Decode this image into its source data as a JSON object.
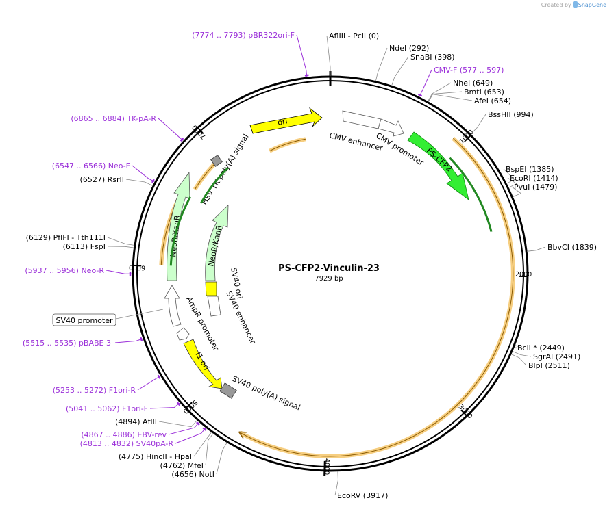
{
  "credit": {
    "prefix": "Created by",
    "brand": "SnapGene"
  },
  "plasmid": {
    "name": "PS-CFP2-Vinculin-23",
    "length_label": "7929 bp",
    "length": 7929
  },
  "tick_labels": [
    {
      "pos": 1000,
      "text": "1000"
    },
    {
      "pos": 2000,
      "text": "2000"
    },
    {
      "pos": 3000,
      "text": "3000"
    },
    {
      "pos": 4000,
      "text": "4000"
    },
    {
      "pos": 5000,
      "text": "5000"
    },
    {
      "pos": 6000,
      "text": "6000"
    },
    {
      "pos": 7000,
      "text": "7000"
    }
  ],
  "sites": [
    {
      "name": "AflIII",
      "pos": 0,
      "label": "AflIII   - PciI   (0)"
    },
    {
      "name": "NdeI",
      "pos": 292,
      "label": "NdeI   (292)"
    },
    {
      "name": "SnaBI",
      "pos": 398,
      "label": "SnaBI   (398)"
    },
    {
      "name": "NheI",
      "pos": 649,
      "label": "NheI   (649)"
    },
    {
      "name": "BmtI",
      "pos": 653,
      "label": "BmtI   (653)"
    },
    {
      "name": "AfeI",
      "pos": 654,
      "label": "AfeI   (654)"
    },
    {
      "name": "BssHII",
      "pos": 994,
      "label": "BssHII   (994)"
    },
    {
      "name": "BspEI",
      "pos": 1385,
      "label": "BspEI   (1385)"
    },
    {
      "name": "EcoRI",
      "pos": 1414,
      "label": "EcoRI   (1414)"
    },
    {
      "name": "PvuI",
      "pos": 1479,
      "label": "PvuI   (1479)"
    },
    {
      "name": "BbvCI",
      "pos": 1839,
      "label": "BbvCI   (1839)"
    },
    {
      "name": "BclI *",
      "pos": 2449,
      "label": "BclI *   (2449)"
    },
    {
      "name": "SgrAI",
      "pos": 2491,
      "label": "SgrAI   (2491)"
    },
    {
      "name": "BlpI",
      "pos": 2511,
      "label": "BlpI   (2511)"
    },
    {
      "name": "EcoRV",
      "pos": 3917,
      "label": "EcoRV   (3917)"
    },
    {
      "name": "NotI",
      "pos": 4656,
      "label": "(4656)   NotI"
    },
    {
      "name": "MfeI",
      "pos": 4762,
      "label": "(4762)   MfeI"
    },
    {
      "name": "HincII - HpaI",
      "pos": 4775,
      "label": "(4775)   HincII   - HpaI"
    },
    {
      "name": "AflII",
      "pos": 4894,
      "label": "(4894)   AflII"
    },
    {
      "name": "FspI",
      "pos": 6113,
      "label": "(6113)   FspI"
    },
    {
      "name": "PflFI - Tth111I",
      "pos": 6129,
      "label": "(6129)   PflFI   - Tth111I"
    },
    {
      "name": "RsrII",
      "pos": 6527,
      "label": "(6527)   RsrII"
    }
  ],
  "primers": [
    {
      "name": "pBR322ori-F",
      "pos": 7780,
      "label": "(7774 .. 7793)  pBR322ori-F"
    },
    {
      "name": "CMV-F",
      "pos": 587,
      "label": "CMV-F    (577 .. 597)"
    },
    {
      "name": "TK-pA-R",
      "pos": 6875,
      "label": "(6865 .. 6884)  TK-pA-R"
    },
    {
      "name": "Neo-F",
      "pos": 6556,
      "label": "(6547 .. 6566)  Neo-F"
    },
    {
      "name": "Neo-R",
      "pos": 5946,
      "label": "(5937 .. 5956)  Neo-R"
    },
    {
      "name": "pBABE 3'",
      "pos": 5525,
      "label": "(5515 .. 5535)  pBABE 3'"
    },
    {
      "name": "F1ori-R",
      "pos": 5262,
      "label": "(5253 .. 5272)  F1ori-R"
    },
    {
      "name": "F1ori-F",
      "pos": 5051,
      "label": "(5041 .. 5062)  F1ori-F"
    },
    {
      "name": "EBV-rev",
      "pos": 4876,
      "label": "(4867 .. 4886)  EBV-rev"
    },
    {
      "name": "SV40pA-R",
      "pos": 4822,
      "label": "(4813 .. 4832)  SV40pA-R"
    }
  ],
  "features": [
    {
      "name": "ori",
      "label": "ori",
      "color": "#ffff00"
    },
    {
      "name": "CMV enhancer",
      "label": "CMV enhancer",
      "color": "#ffffff"
    },
    {
      "name": "CMV promoter",
      "label": "CMV promoter",
      "color": "#ffffff"
    },
    {
      "name": "PS-CFP2",
      "label": "PS-CFP2",
      "color": "#33ee33"
    },
    {
      "name": "HSV TK poly(A) signal",
      "label": "HSV TK poly(A) signal",
      "color": "#999999"
    },
    {
      "name": "NeoR/KanR outer",
      "label": "NeoR/KanR",
      "color": "#ccffcc"
    },
    {
      "name": "NeoR/KanR inner",
      "label": "NeoR/KanR",
      "color": "#ccffcc"
    },
    {
      "name": "SV40 ori",
      "label": "SV40 ori",
      "color": "#ffff00"
    },
    {
      "name": "SV40 enhancer",
      "label": "SV40 enhancer",
      "color": "#ffffff"
    },
    {
      "name": "AmpR promoter",
      "label": "AmpR promoter",
      "color": "#ffffff"
    },
    {
      "name": "f1 ori",
      "label": "f1 ori",
      "color": "#ffff00"
    },
    {
      "name": "SV40 poly(A) signal",
      "label": "SV40 poly(A) signal",
      "color": "#999999"
    },
    {
      "name": "SV40 promoter",
      "label": "SV40 promoter",
      "color": "#ffffff"
    }
  ],
  "colors": {
    "primer": "#9b30d9",
    "highlight": "#f5c66a",
    "cds_green": "#33ee33",
    "frame_yellow": "#ffff00"
  }
}
